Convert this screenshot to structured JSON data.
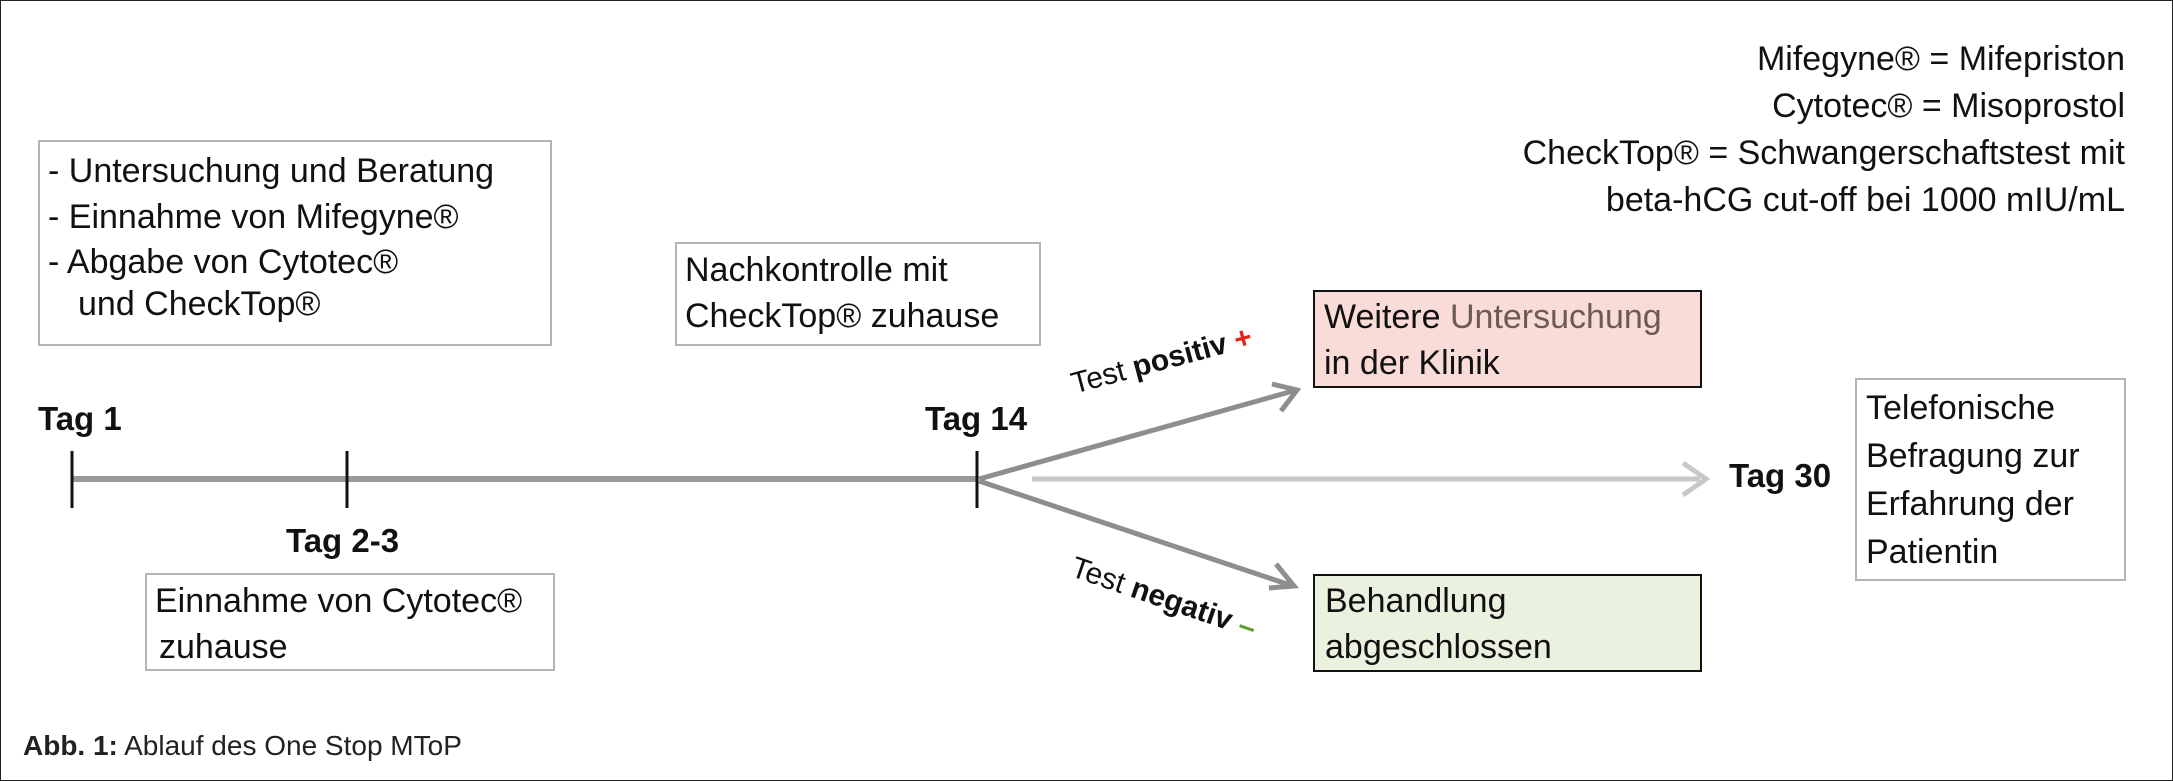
{
  "legend": {
    "line1": "Mifegyne® = Mifepriston",
    "line2": "Cytotec® = Misoprostol",
    "line3": "CheckTop® = Schwangerschaftstest mit",
    "line4": "beta-hCG cut-off bei 1000 mIU/mL"
  },
  "box_day1": {
    "line1": "- Untersuchung und Beratung",
    "line2": "- Einnahme von Mifegyne®",
    "line3": "- Abgabe von Cytotec®",
    "line4": "und CheckTop®"
  },
  "box_followup": {
    "line1": "Nachkontrolle mit",
    "line2": "CheckTop® zuhause"
  },
  "box_day23": {
    "line1": "Einnahme von Cytotec®",
    "line2": "zuhause"
  },
  "box_positive": {
    "word1": "Weitere",
    "word2": "Untersuchung",
    "line2": "in der Klinik",
    "color_bg": "#f9dcd8",
    "color_word2": "#6b5b50"
  },
  "box_negative": {
    "line1": "Behandlung",
    "line2": "abgeschlossen",
    "color_bg": "#ebf1df"
  },
  "box_survey": {
    "line1": "Telefonische",
    "line2": "Befragung zur",
    "line3": "Erfahrung der",
    "line4": "Patientin"
  },
  "timeline": {
    "tag1": "Tag 1",
    "tag23": "Tag 2-3",
    "tag14": "Tag 14",
    "tag30": "Tag 30"
  },
  "branches": {
    "positive_prefix": "Test ",
    "positive_word": "positiv",
    "positive_sign": "+",
    "positive_color": "#e2231a",
    "negative_prefix": "Test ",
    "negative_word": "negativ",
    "negative_sign": "–",
    "negative_color": "#5a9e2f"
  },
  "caption": {
    "label": "Abb. 1:",
    "text": " Ablauf des One Stop MToP"
  }
}
